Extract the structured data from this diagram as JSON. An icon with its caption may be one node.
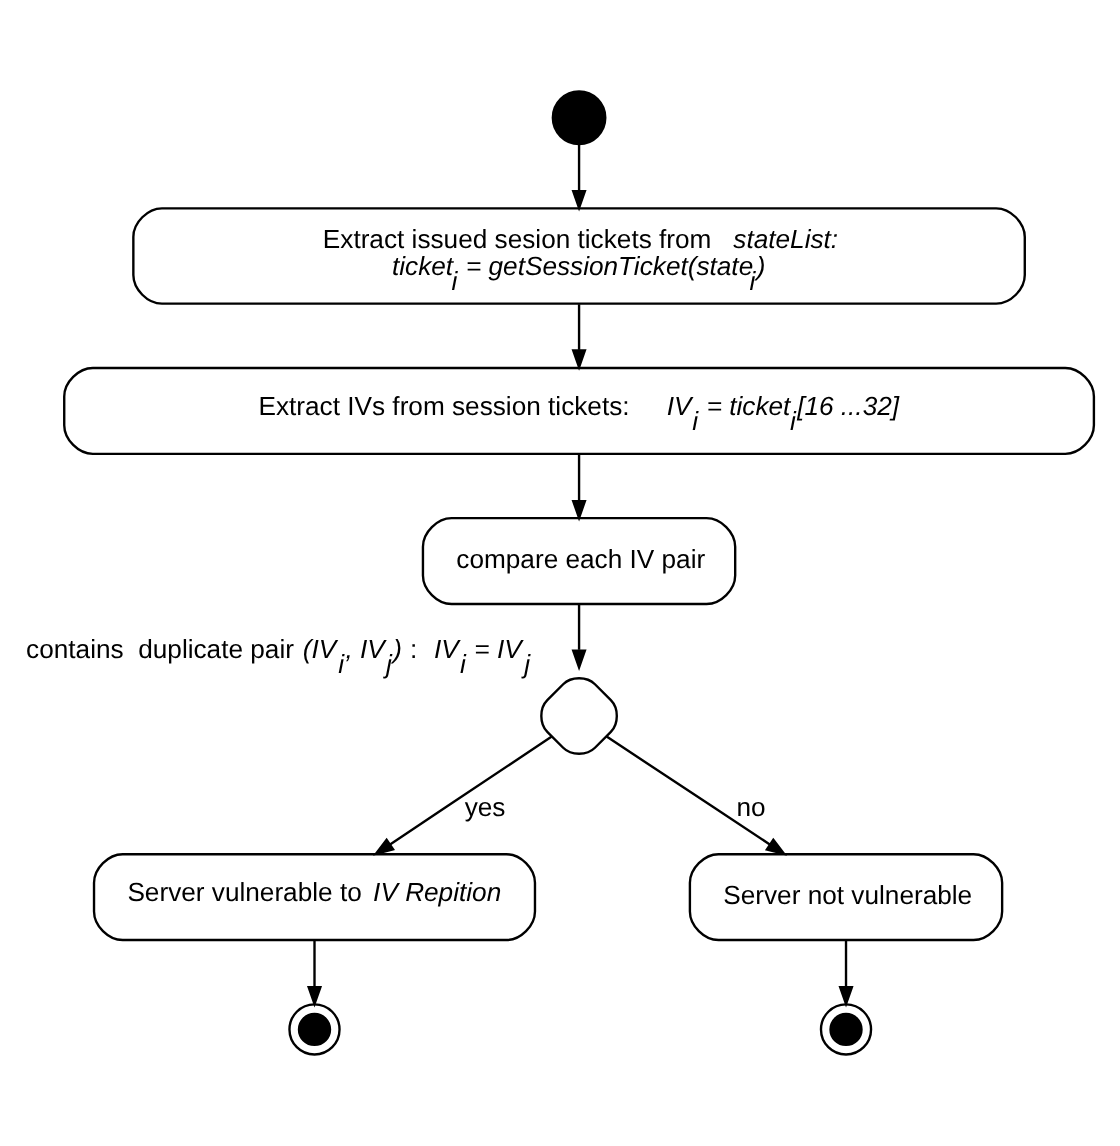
{
  "diagram": {
    "nodes": [
      {
        "text": [],
        "shape": "circle"
      },
      {
        "text": [
          "Extract issued sesion tickets from  *stateList:*",
          "*ticket$_{i}$ = getSessionTicket(state$_{i}$)*"
        ]
      },
      {
        "text": [
          "Extract IVs from session tickets:   *IV$_{i}$ = ticket$_{i}$[16 ...32]*"
        ]
      },
      {
        "text": [
          "compare each IV pair"
        ]
      },
      {
        "text": [],
        "shape": "diamond",
        "beside": [
          "contains  duplicate pair *(IV$_{i}$, IV$_{j}$)* : *IV$_{i}$ = IV$_{j}$*"
        ]
      },
      {
        "text": [
          "Server vulnerable to *IV Repition*"
        ]
      },
      {
        "text": [
          "Server not vulnerable"
        ]
      },
      {
        "text": [],
        "shape": "circle"
      },
      {
        "text": [],
        "shape": "circle"
      }
    ],
    "edges": [
      {
        "from": 0,
        "to": 1,
        "arrow": "to"
      },
      {
        "from": 1,
        "to": 2,
        "arrow": "to"
      },
      {
        "from": 2,
        "to": 3,
        "arrow": "to"
      },
      {
        "from": 3,
        "to": 4,
        "arrow": "to"
      },
      {
        "from": 4,
        "to": 5,
        "arrow": "to",
        "label": "yes"
      },
      {
        "from": 4,
        "to": 6,
        "arrow": "to",
        "label": "no"
      },
      {
        "from": 5,
        "to": 7,
        "arrow": "to"
      },
      {
        "from": 6,
        "to": 8,
        "arrow": "to"
      }
    ]
  }
}
